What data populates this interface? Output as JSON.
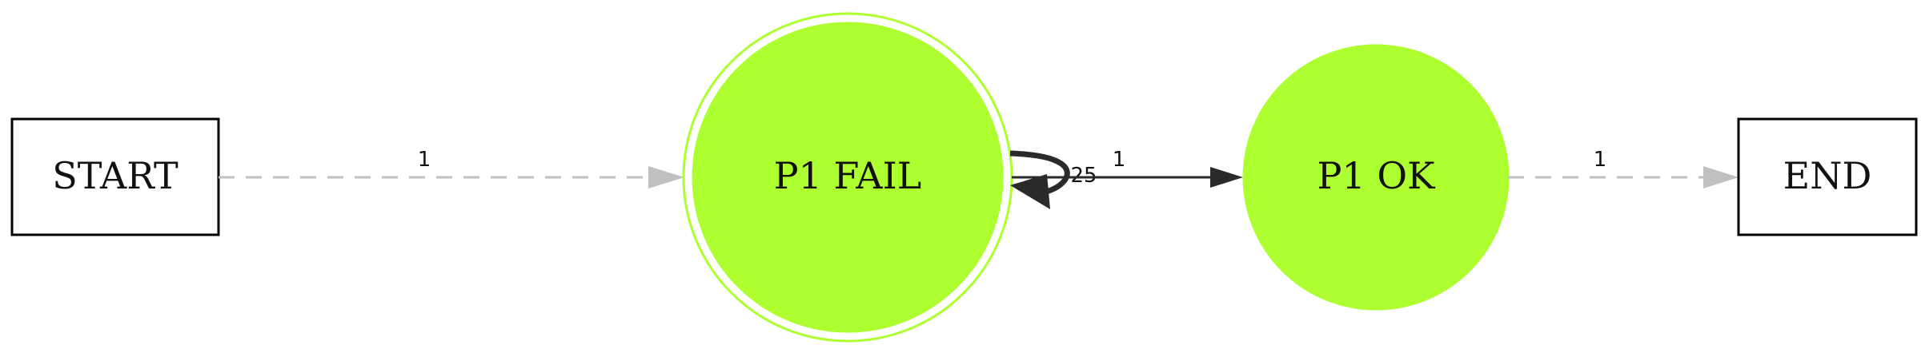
{
  "diagram": {
    "nodes": {
      "start": {
        "label": "START"
      },
      "p1_fail": {
        "label": "P1 FAIL"
      },
      "p1_ok": {
        "label": "P1 OK"
      },
      "end": {
        "label": "END"
      }
    },
    "edges": {
      "start_to_fail": {
        "label": "1"
      },
      "fail_self_loop": {
        "label": "25"
      },
      "fail_to_ok": {
        "label": "1"
      },
      "ok_to_end": {
        "label": "1"
      }
    },
    "colors": {
      "node_fill": "#adff2f",
      "node_border": "#adff2f",
      "solid_edge": "#2a2a2a",
      "dashed_edge": "#c0c0c0",
      "box_border": "#000000"
    }
  }
}
